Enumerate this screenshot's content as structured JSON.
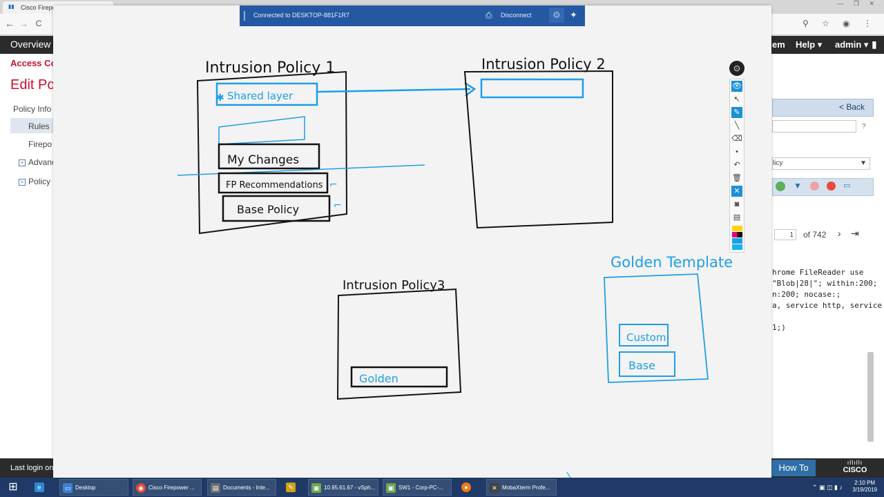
{
  "browser": {
    "tab_title": "Cisco Firepow",
    "window_controls": "— ❐ ✕",
    "nav_back": "←",
    "nav_forward": "→",
    "nav_reload": "C",
    "right_icons": "⚲ ☆ ◉ ⋮"
  },
  "fmc": {
    "nav_overview": "Overview",
    "nav_partial_right": "em",
    "nav_help": "Help ▾",
    "nav_admin": "admin ▾",
    "breadcrumb": "Access Co",
    "page_title": "Edit Po",
    "left_menu": [
      {
        "label": "Policy Info"
      },
      {
        "label": "Rules"
      },
      {
        "label": "Firepo"
      },
      {
        "label": "Advanc"
      },
      {
        "label": "Policy"
      }
    ],
    "back_label": "< Back",
    "help_mark": "?",
    "select_value": "licy",
    "pager": {
      "page": "1",
      "of_text": "of  742",
      "next": "›",
      "last": "⇥"
    },
    "rule_text": [
      "hrome FileReader use",
      "\"Blob|28|\"; within:200;",
      "n:200; nocase:;",
      "a, service http, service",
      "1;)"
    ],
    "how_to": "How To",
    "cisco_text": "CISCO",
    "last_login": "Last login on"
  },
  "rdp": {
    "title": "Connected to DESKTOP-881F1R7",
    "disconnect": "Disconnect"
  },
  "whiteboard": {
    "policy1_title": "Intrusion Policy 1",
    "shared_layer": "Shared layer",
    "my_changes": "My Changes",
    "fp_recommendations": "FP Recommendations",
    "base_policy": "Base Policy",
    "policy2_title": "Intrusion Policy 2",
    "policy3_title": "Intrusion Policy3",
    "golden": "Golden",
    "golden_template_title": "Golden Template",
    "custom": "Custom",
    "base": "Base",
    "ink_blue": "#1d9ee6",
    "ink_black": "#111111"
  },
  "pen_tools": [
    {
      "name": "view-icon",
      "glyph": "👁"
    },
    {
      "name": "select-arrow-icon",
      "glyph": "↖"
    },
    {
      "name": "pen-icon",
      "glyph": "✎"
    },
    {
      "name": "line-icon",
      "glyph": "╲"
    },
    {
      "name": "eraser-icon",
      "glyph": "⌫"
    },
    {
      "name": "dot-icon",
      "glyph": "•"
    },
    {
      "name": "undo-icon",
      "glyph": "↶"
    },
    {
      "name": "trash-icon",
      "glyph": "🗑"
    },
    {
      "name": "close-tool-icon",
      "glyph": "✕"
    },
    {
      "name": "camera-icon",
      "glyph": "◙"
    },
    {
      "name": "clipboard-icon",
      "glyph": "▤"
    }
  ],
  "taskbar": {
    "items": [
      {
        "label": "Desktop"
      },
      {
        "label": "Cisco Firepower ..."
      },
      {
        "label": "Documents - Inte..."
      },
      {
        "label": ""
      },
      {
        "label": "10.95.61.67 - vSph..."
      },
      {
        "label": "SW1 - Corp-PC-..."
      },
      {
        "label": ""
      },
      {
        "label": "MobaXterm Profe..."
      }
    ],
    "time": "2:10 PM",
    "date": "3/19/2019"
  }
}
